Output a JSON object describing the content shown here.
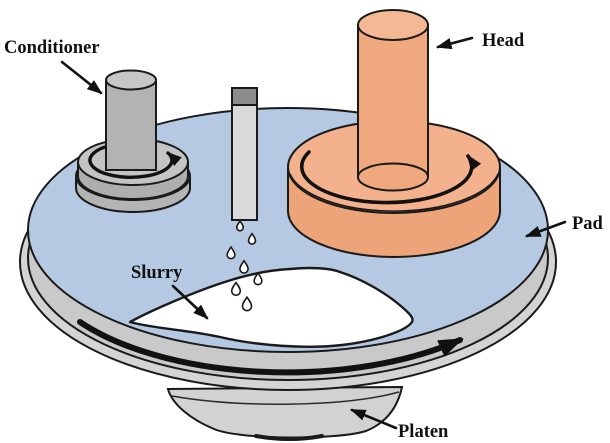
{
  "labels": {
    "conditioner": "Conditioner",
    "head": "Head",
    "pad": "Pad",
    "slurry": "Slurry",
    "platen": "Platen"
  },
  "colors": {
    "background": "#ffffff",
    "ink": "#111111",
    "outline": "#1a1a1a",
    "pad": "#b5cae2",
    "slurry": "#ffffff",
    "nozzle_body": "#d9d9d9",
    "nozzle_cap": "#8d8d8d",
    "conditioner_shaft": "#b3b3b3",
    "conditioner_shaft_top": "#c7c7c7",
    "conditioner_disc_top": "#c4c4c4",
    "conditioner_disc_side": "#aeaeae",
    "conditioner_base_top": "#bdbdbd",
    "conditioner_base_side": "#b4b4b4",
    "head_disc_top": "#f3b18e",
    "head_disc_side": "#eda478",
    "head_shaft": "#f0a87f",
    "head_shaft_top": "#f4b894",
    "platen_band": "#c9c9c9",
    "platen_lip": "#d4d4d4",
    "platen_pedestal": "#d2d2d2",
    "platen_pedestal_shadow": "#1b1b1b"
  },
  "icons": {
    "rotation_arrow": "circular-rotation-arrow",
    "label_pointer": "straight-pointer-arrow",
    "droplet": "teardrop-droplet"
  }
}
